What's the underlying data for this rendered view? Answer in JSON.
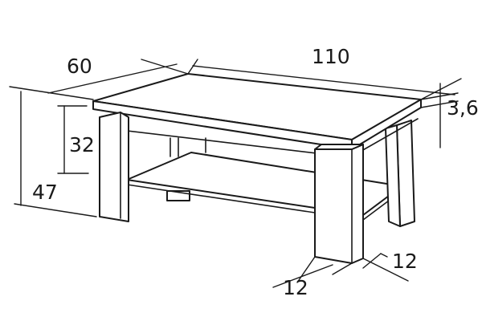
{
  "diagram": {
    "dimensions": {
      "depth": "60",
      "length": "110",
      "top_thickness": "3,6",
      "shelf_height": "32",
      "total_height": "47",
      "leg_width_front": "12",
      "leg_width_side": "12"
    },
    "colors": {
      "line": "#1a1a1a",
      "fill": "#ffffff"
    }
  }
}
